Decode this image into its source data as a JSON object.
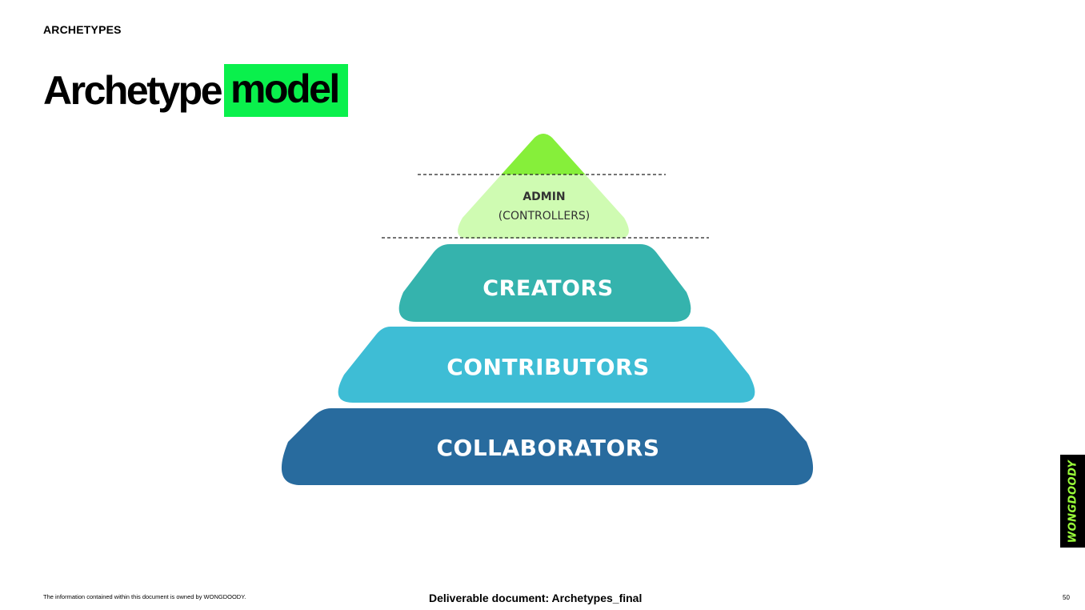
{
  "header": {
    "section_label": "ARCHETYPES",
    "title_part1": "Archetype",
    "title_highlight": "model"
  },
  "pyramid": {
    "apex_label": "ADMIN",
    "apex_sublabel": "(CONTROLLERS)",
    "tiers": [
      {
        "label": "CREATORS"
      },
      {
        "label": "CONTRIBUTORS"
      },
      {
        "label": "COLLABORATORS"
      }
    ],
    "colors": {
      "apex_top": "#86ef3a",
      "apex_band": "#cffbb2",
      "creators": "#35b3ad",
      "contributors": "#3ebdd5",
      "collaborators": "#286b9e",
      "title_highlight": "#0af04c"
    }
  },
  "logo": {
    "text": "WONGDOODY"
  },
  "footer": {
    "ownership_note": "The information contained within this document is owned by WONGDOODY.",
    "document_name": "Deliverable document: Archetypes_final",
    "page_number": "50"
  }
}
